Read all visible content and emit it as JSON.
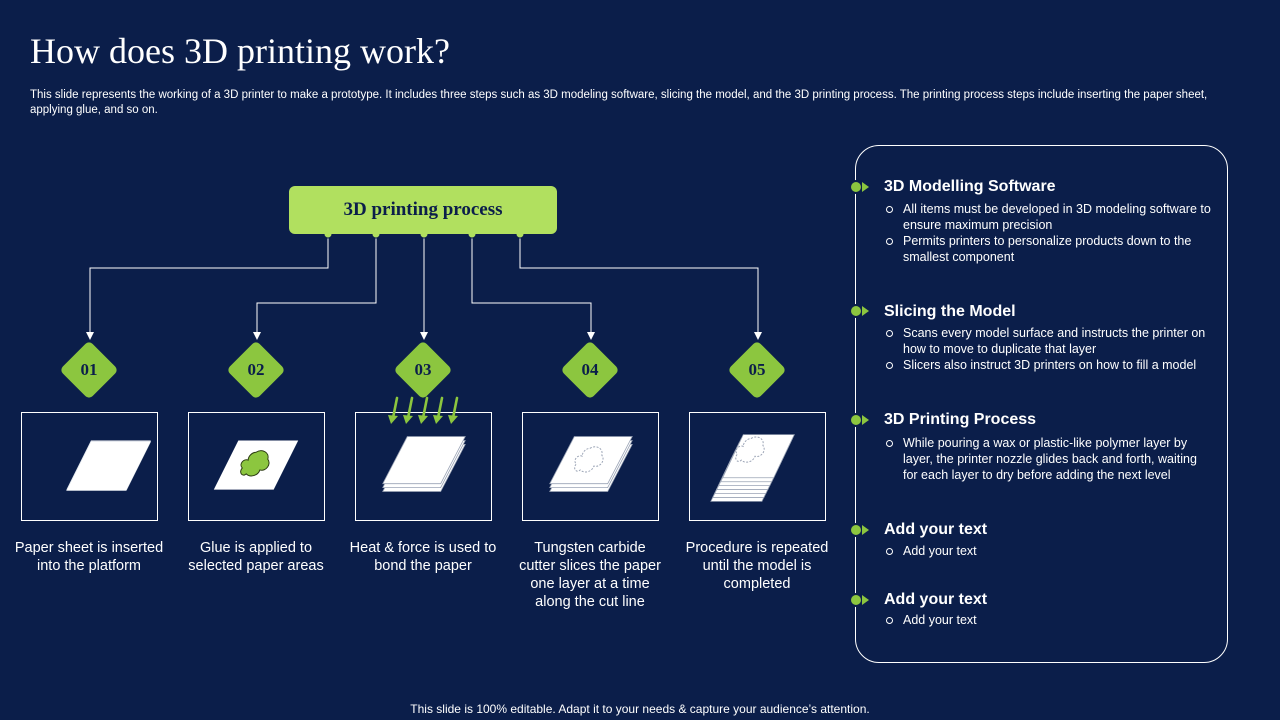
{
  "title": "How does 3D printing work?",
  "subtitle": "This slide represents the working of a 3D printer to make a prototype.  It includes three steps such as 3D modeling software, slicing the model, and the 3D printing process. The printing process steps include inserting the paper sheet, applying glue, and so on.",
  "process_label": "3D printing  process",
  "steps": [
    {
      "num": "01",
      "label": "Paper sheet is inserted into the platform",
      "icon": "paper-sheet-icon"
    },
    {
      "num": "02",
      "label": "Glue is applied to selected paper areas",
      "icon": "glue-paper-icon"
    },
    {
      "num": "03",
      "label": "Heat & force is used to bond the paper",
      "icon": "heat-press-icon"
    },
    {
      "num": "04",
      "label": "Tungsten carbide cutter slices the paper one layer at a time along the cut line",
      "icon": "cut-layer-icon"
    },
    {
      "num": "05",
      "label": "Procedure is repeated until the model is completed",
      "icon": "stacked-layers-icon"
    }
  ],
  "panel": [
    {
      "title": "3D Modelling Software",
      "bullets": [
        "All items must be developed  in 3D modeling software  to ensure  maximum precision",
        "Permits printers to personalize  products down to the smallest component"
      ]
    },
    {
      "title": "Slicing the Model",
      "bullets": [
        "Scans every  model surface  and instructs the printer on how to move  to duplicate that layer",
        "Slicers also instruct 3D printers on how to fill a model"
      ]
    },
    {
      "title": "3D Printing Process",
      "bullets": [
        "While pouring  a wax or plastic-like polymer layer by layer,  the printer nozzle glides back and forth,  waiting for each layer to dry before  adding the next level"
      ]
    },
    {
      "title": "Add your text",
      "bullets": [
        "Add your text"
      ]
    },
    {
      "title": "Add your text",
      "bullets": [
        "Add your text"
      ]
    }
  ],
  "footer": "This slide is 100% editable. Adapt it to your needs & capture your audience’s attention.",
  "colors": {
    "background": "#0b1e4a",
    "accent": "#8cc63f",
    "accent_light": "#b1e05f"
  }
}
